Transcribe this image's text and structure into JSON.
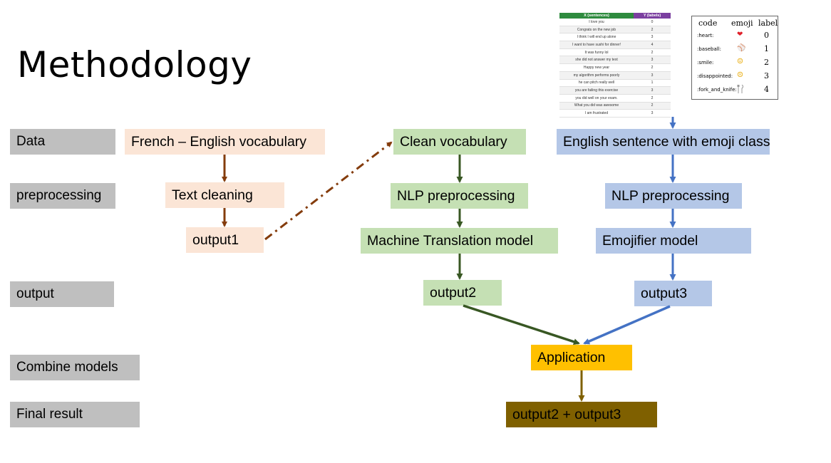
{
  "slide": {
    "title": "Methodology"
  },
  "row_labels": {
    "data": "Data",
    "preprocessing": "preprocessing",
    "output": "output",
    "combine": "Combine models",
    "final": "Final result"
  },
  "boxes": {
    "fr_en_vocab": "French – English vocabulary",
    "text_cleaning": "Text cleaning",
    "output1": "output1",
    "clean_vocab": "Clean vocabulary",
    "nlp_pre_green": "NLP preprocessing",
    "mt_model": "Machine Translation model",
    "output2": "output2",
    "eng_sentence": "English sentence with emoji class",
    "nlp_pre_blue": "NLP preprocessing",
    "emojifier": "Emojifier model",
    "output3": "output3",
    "application": "Application",
    "final_result": "output2 + output3"
  },
  "data_table": {
    "headers": [
      "X (sentences)",
      "Y (labels)"
    ],
    "header_colors": [
      "#2e8b3e",
      "#7b3fa0"
    ],
    "rows": [
      [
        "I love you",
        "0"
      ],
      [
        "Congrats on the new job",
        "2"
      ],
      [
        "I think I will end up alone",
        "3"
      ],
      [
        "I want to have sushi for dinner!",
        "4"
      ],
      [
        "It was funny lol",
        "2"
      ],
      [
        "she did not answer my text",
        "3"
      ],
      [
        "Happy new year",
        "2"
      ],
      [
        "my algorithm performs poorly",
        "3"
      ],
      [
        "he can pitch really well",
        "1"
      ],
      [
        "you are failing this exercise",
        "3"
      ],
      [
        "you did well on your exam.",
        "2"
      ],
      [
        "What you did was awesome",
        "2"
      ],
      [
        "I am frustrated",
        "3"
      ]
    ]
  },
  "emoji_table": {
    "headers": [
      "code",
      "emoji",
      "label"
    ],
    "rows": [
      {
        "code": ":heart:",
        "emoji": "❤",
        "emoji_name": "heart-icon",
        "color": "#e0202a",
        "label": "0"
      },
      {
        "code": ":baseball:",
        "emoji": "⚾",
        "emoji_name": "baseball-icon",
        "color": "#888888",
        "label": "1"
      },
      {
        "code": ":smile:",
        "emoji": "☺",
        "emoji_name": "smile-icon",
        "color": "#e8a800",
        "label": "2"
      },
      {
        "code": ":disappointed:",
        "emoji": "☹",
        "emoji_name": "disappointed-icon",
        "color": "#e8a800",
        "label": "3"
      },
      {
        "code": ":fork_and_knife:",
        "emoji": "🍴",
        "emoji_name": "fork-and-knife-icon",
        "color": "#999999",
        "label": "4"
      }
    ]
  },
  "colors": {
    "label_gray": "#bfbfbf",
    "peach": "#fbe5d6",
    "green": "#c5e0b4",
    "blue": "#b4c7e7",
    "gold": "#ffc000",
    "brown": "#7f6000",
    "arrow_brown": "#843c0c",
    "arrow_green": "#385723",
    "arrow_blue": "#4472c4",
    "arrow_olive": "#7f6000"
  }
}
